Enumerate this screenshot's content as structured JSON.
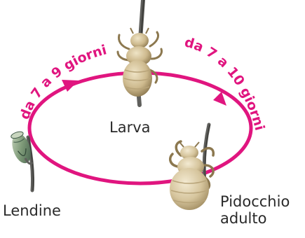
{
  "diagram": {
    "colors": {
      "cycle": "#e0157f",
      "stem": "#5f5f5c",
      "stem_dark": "#3d3d3a",
      "louse_body": "#d9cba6",
      "louse_shade": "#b8a479",
      "louse_dark": "#8c784f",
      "nit_green": "#7e9a78",
      "nit_dark": "#3f5a48",
      "label_text": "#2a2a2a"
    },
    "stages": {
      "larva": {
        "label": "Larva"
      },
      "egg": {
        "label": "Lendine"
      },
      "adult": {
        "line1": "Pidocchio",
        "line2": "adulto"
      }
    },
    "durations": {
      "egg_to_larva": "da 7 a 9 giorni",
      "larva_to_adult": "da 7 a 10 giorni"
    }
  }
}
